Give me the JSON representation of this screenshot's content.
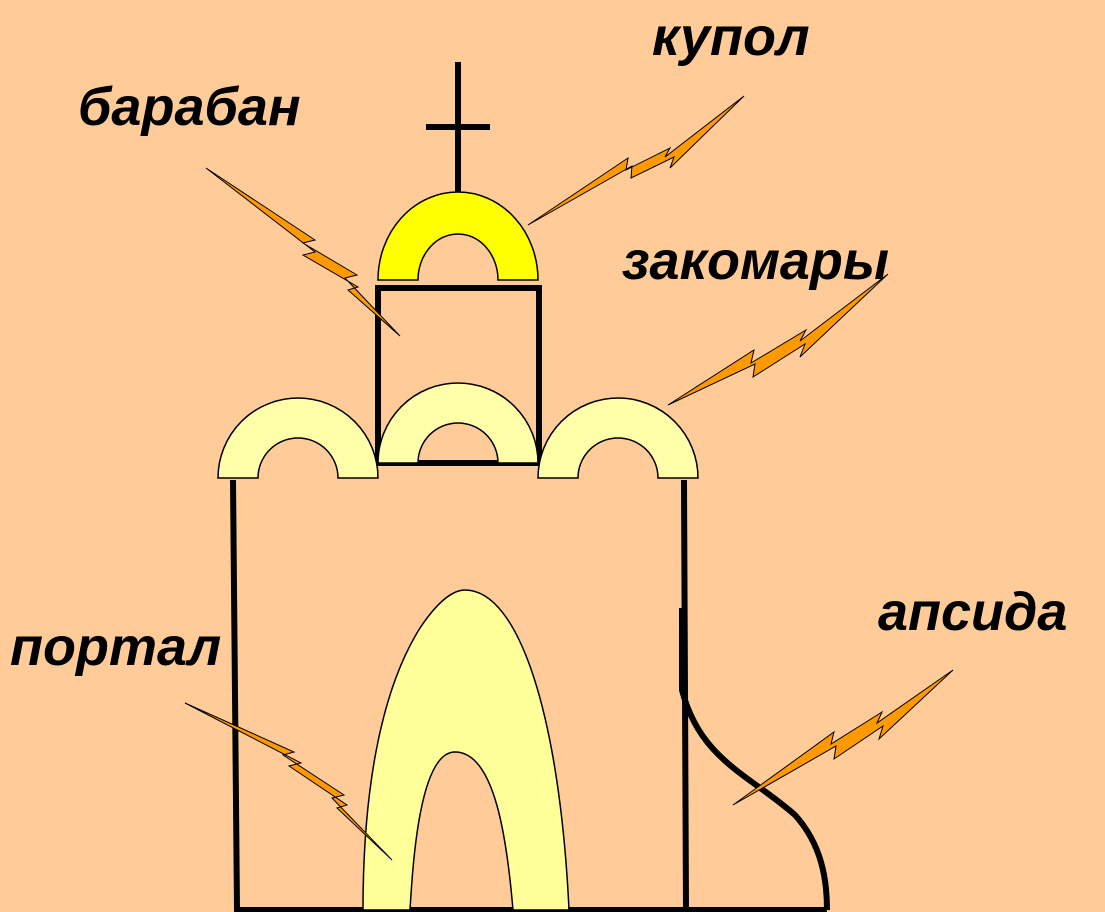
{
  "labels": {
    "kupol": "купол",
    "baraban": "барабан",
    "zakomary": "закомары",
    "apsida": "апсида",
    "portal": "портал"
  },
  "colors": {
    "background": "#FFCC99",
    "dome": "#FFFF00",
    "zakomara": "#FFFFAA",
    "portal": "#FFFF99",
    "bolt": "#FF9900",
    "outline": "#000000"
  },
  "icons": {
    "cross": "cross-icon",
    "pointer": "lightning-bolt-icon"
  }
}
